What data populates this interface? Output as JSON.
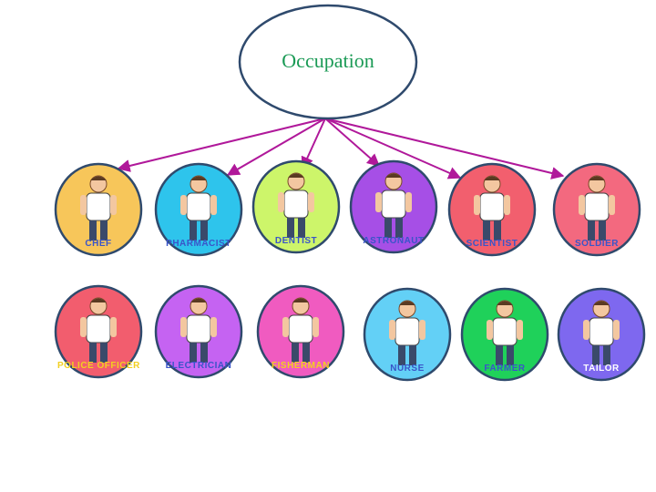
{
  "root": {
    "label": "Occupation"
  },
  "colors": {
    "arrow": "#b0189a",
    "ellipse_stroke": "#2f4a6d",
    "root_text": "#1a9a55"
  },
  "nodes": [
    {
      "label": "CHEF",
      "icon": "chef-figure-icon",
      "bg": "#f7c65a",
      "label_color": "#3a55c8"
    },
    {
      "label": "PHARMACIST",
      "icon": "pharmacist-figure-icon",
      "bg": "#2ec4ec",
      "label_color": "#3a55c8"
    },
    {
      "label": "DENTIST",
      "icon": "dentist-figure-icon",
      "bg": "#cdf56a",
      "label_color": "#3a55c8"
    },
    {
      "label": "ASTRONAUT",
      "icon": "astronaut-figure-icon",
      "bg": "#a64fe6",
      "label_color": "#3a55c8"
    },
    {
      "label": "SCIENTIST",
      "icon": "scientist-figure-icon",
      "bg": "#f25f6e",
      "label_color": "#3a55c8"
    },
    {
      "label": "SOLDIER",
      "icon": "soldier-figure-icon",
      "bg": "#f3697f",
      "label_color": "#3a55c8"
    },
    {
      "label": "POLICE OFFICER",
      "icon": "police-officer-figure-icon",
      "bg": "#f25d6e",
      "label_color": "#f2d020"
    },
    {
      "label": "ELECTRICIAN",
      "icon": "electrician-figure-icon",
      "bg": "#c563f2",
      "label_color": "#3a55c8"
    },
    {
      "label": "FISHERMAN",
      "icon": "fisherman-figure-icon",
      "bg": "#f05bc0",
      "label_color": "#f2d020"
    },
    {
      "label": "NURSE",
      "icon": "nurse-figure-icon",
      "bg": "#63d0f6",
      "label_color": "#3a55c8"
    },
    {
      "label": "FARMER",
      "icon": "farmer-figure-icon",
      "bg": "#1fd15a",
      "label_color": "#3a55c8"
    },
    {
      "label": "TAILOR",
      "icon": "tailor-figure-icon",
      "bg": "#7e68ef",
      "label_color": "#ffffff"
    }
  ]
}
